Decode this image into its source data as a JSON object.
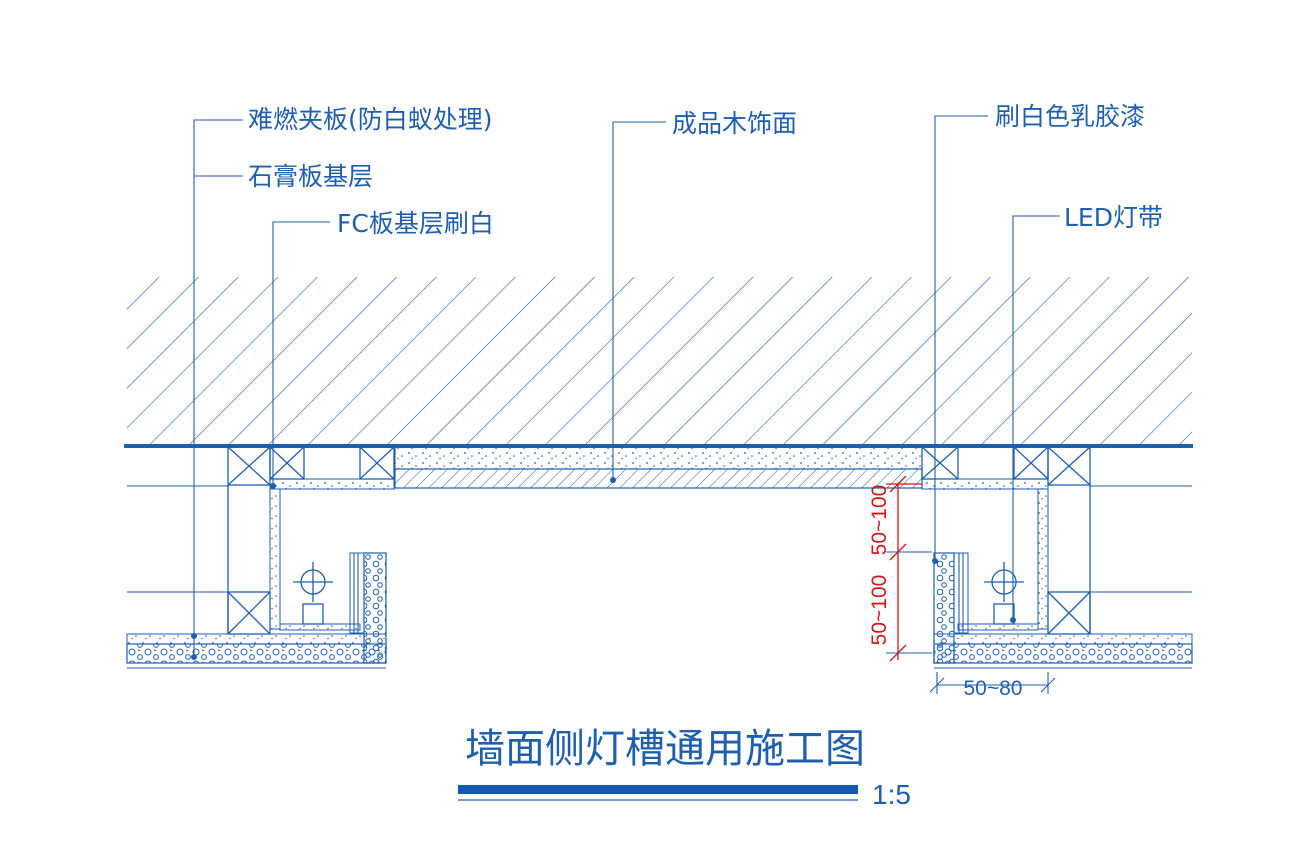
{
  "colors": {
    "line": "#1f5fb0",
    "dimension": "#d01818",
    "background": "#ffffff"
  },
  "labels": {
    "fire_plywood": "难燃夹板(防白蚁处理)",
    "gypsum_base": "石膏板基层",
    "fc_board": "FC板基层刷白",
    "wood_finish": "成品木饰面",
    "latex_paint": "刷白色乳胶漆",
    "led_strip": "LED灯带"
  },
  "dimensions": {
    "depth_upper": "50~100",
    "depth_lower": "50~100",
    "width": "50~80"
  },
  "title": {
    "text": "墙面侧灯槽通用施工图",
    "scale": "1:5"
  },
  "icons": [
    "light-fixture-symbol-icon",
    "light-fixture-symbol-icon"
  ]
}
